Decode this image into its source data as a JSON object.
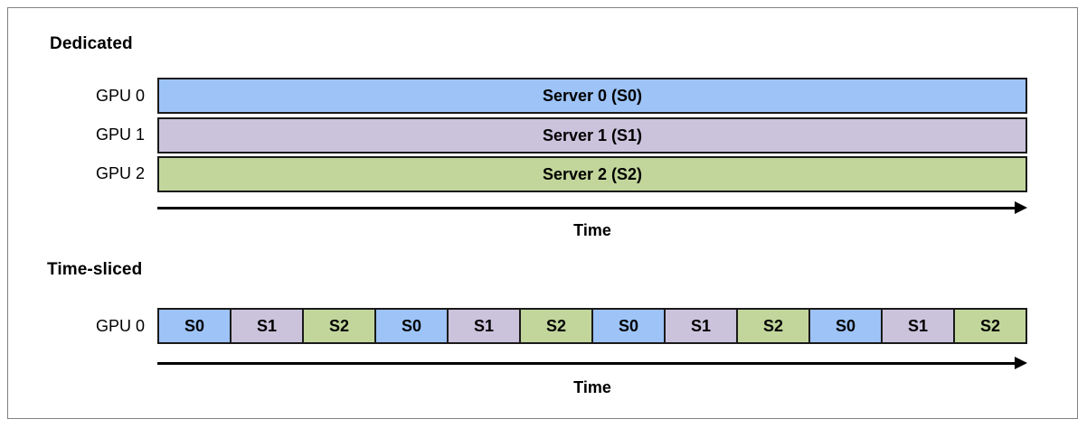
{
  "figure": {
    "background": "#FFFFFF",
    "border_color": "#808080"
  },
  "palette": {
    "s0_blue": "#9DC3F7",
    "s1_purple": "#CBC3DC",
    "s2_green": "#C2D69B",
    "outline": "#1A1A1A",
    "text": "#000000"
  },
  "sections": {
    "dedicated": {
      "heading": "Dedicated",
      "rows": [
        {
          "gpu_label": "GPU 0",
          "bar_label": "Server 0 (S0)",
          "color": "#9DC3F7"
        },
        {
          "gpu_label": "GPU 1",
          "bar_label": "Server 1 (S1)",
          "color": "#CBC3DC"
        },
        {
          "gpu_label": "GPU 2",
          "bar_label": "Server 2 (S2)",
          "color": "#C2D69B"
        }
      ],
      "axis_caption": "Time"
    },
    "time_sliced": {
      "heading": "Time-sliced",
      "gpu_label": "GPU 0",
      "slices": [
        {
          "label": "S0",
          "color": "#9DC3F7"
        },
        {
          "label": "S1",
          "color": "#CBC3DC"
        },
        {
          "label": "S2",
          "color": "#C2D69B"
        },
        {
          "label": "S0",
          "color": "#9DC3F7"
        },
        {
          "label": "S1",
          "color": "#CBC3DC"
        },
        {
          "label": "S2",
          "color": "#C2D69B"
        },
        {
          "label": "S0",
          "color": "#9DC3F7"
        },
        {
          "label": "S1",
          "color": "#CBC3DC"
        },
        {
          "label": "S2",
          "color": "#C2D69B"
        },
        {
          "label": "S0",
          "color": "#9DC3F7"
        },
        {
          "label": "S1",
          "color": "#CBC3DC"
        },
        {
          "label": "S2",
          "color": "#C2D69B"
        }
      ],
      "axis_caption": "Time"
    }
  }
}
